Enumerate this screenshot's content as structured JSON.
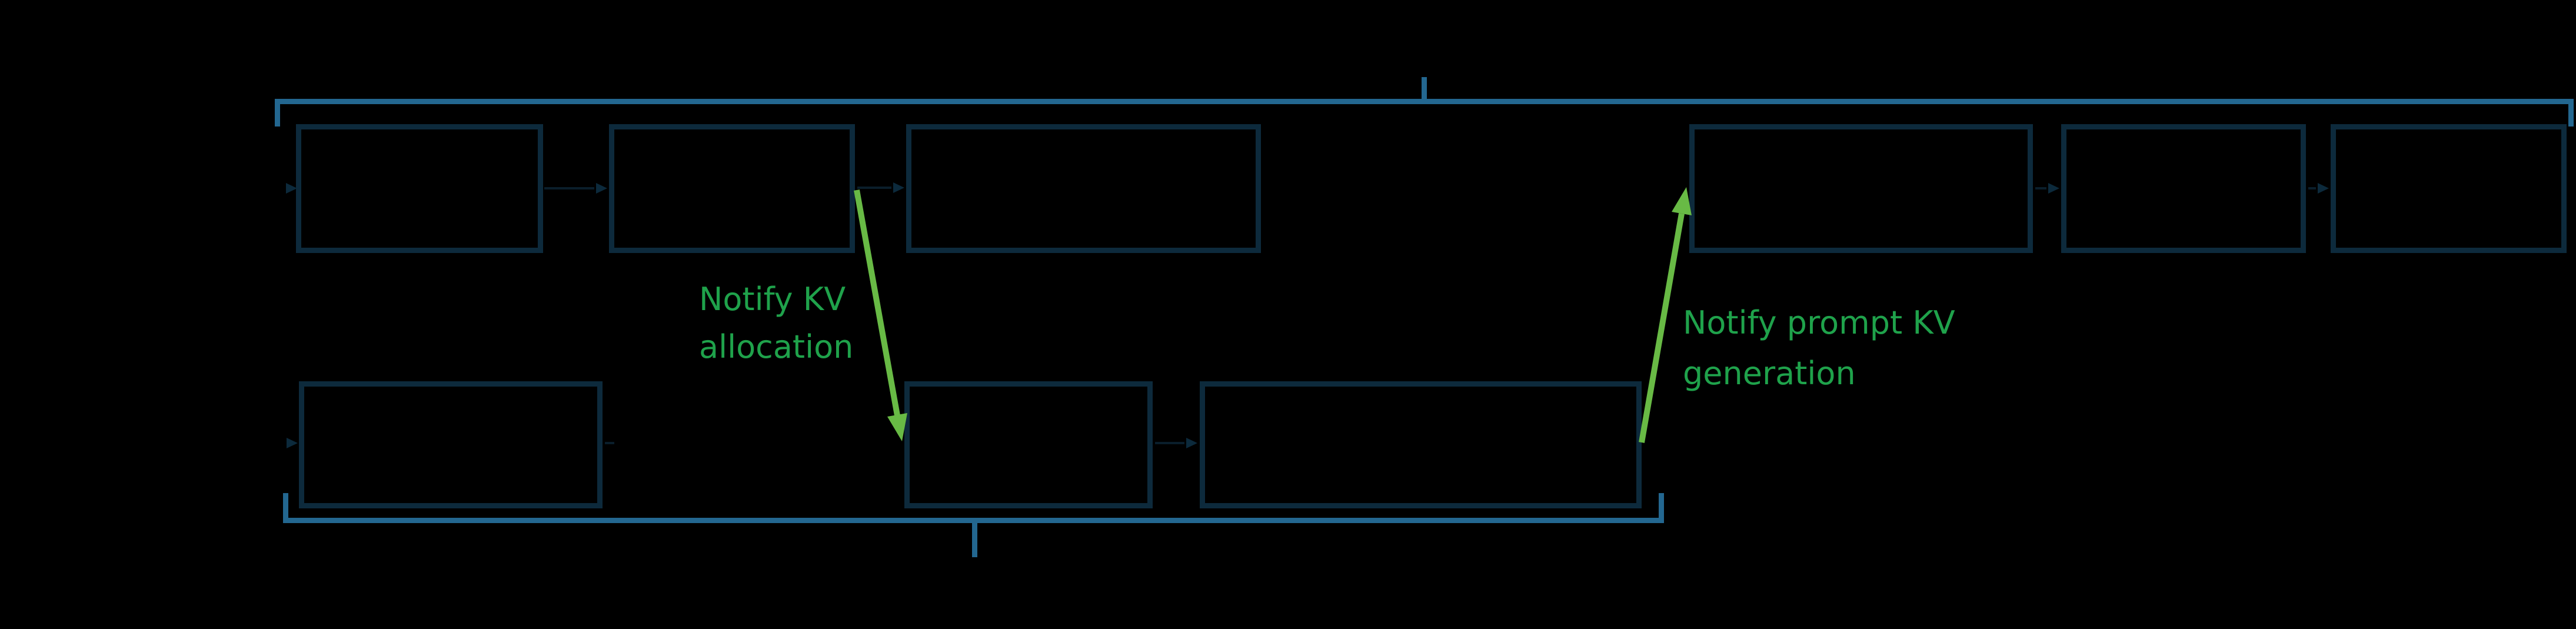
{
  "diagram": {
    "type": "timeline-annotation-diagram",
    "background": "#000000",
    "colors": {
      "box_border": "#0d2a3c",
      "bracket_blue": "#236790",
      "label_green": "#1fa24b",
      "arrow_green": "#68ba45",
      "connector_dark": "#0c2533"
    },
    "labels": {
      "kv_allocation": {
        "line1": "Notify KV",
        "line2": "allocation"
      },
      "prompt_kv_generation": {
        "line1": "Notify prompt KV",
        "line2": "generation"
      }
    },
    "structure": {
      "top_row_box_count": 6,
      "bottom_row_box_count": 3,
      "top_bracket": "spans full top row, ends turn down, center tick up",
      "bottom_bracket": "spans bottom row, ends turn up, center tick down",
      "arrow_1": "from top-row box 2 down to bottom-row box 2",
      "arrow_2": "from bottom-row box 3 up to top-row box 4"
    }
  }
}
